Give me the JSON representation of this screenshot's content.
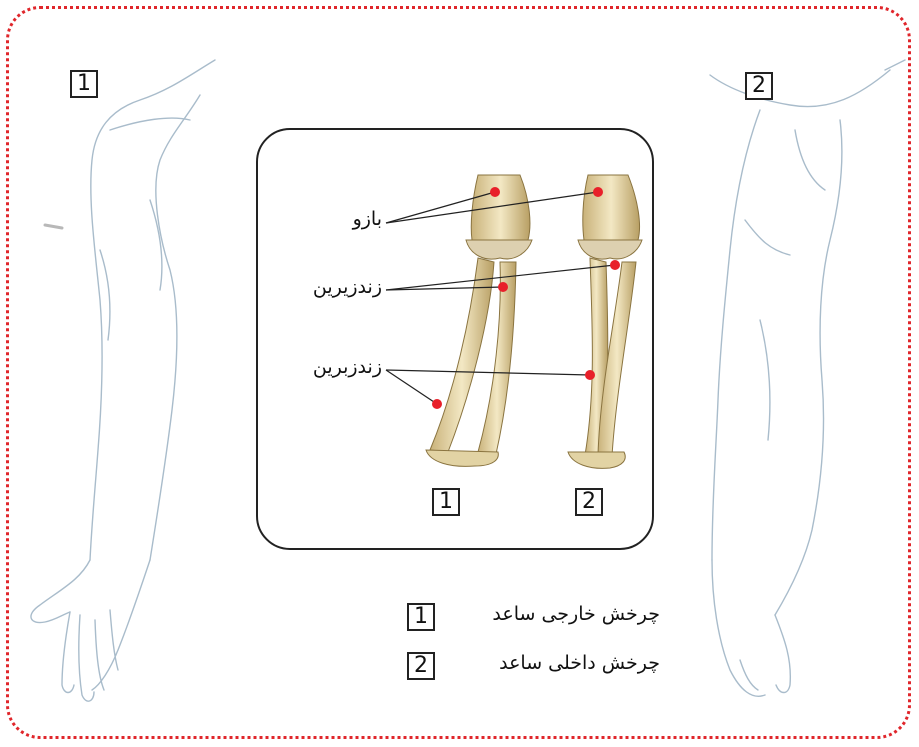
{
  "arms": {
    "left_number": "1",
    "right_number": "2"
  },
  "panel": {
    "labels": {
      "humerus": "بازو",
      "ulna": "زندزیرین",
      "radius": "زندزبرین"
    },
    "bone_numbers": [
      "1",
      "2"
    ]
  },
  "legend": {
    "items": [
      {
        "number": "1",
        "text": "چرخش خارجی ساعد"
      },
      {
        "number": "2",
        "text": "چرخش داخلی ساعد"
      }
    ]
  },
  "colors": {
    "frame": "#e0262b",
    "marker": "#e8202a",
    "arm_outline": "#a9bccb",
    "bone": "#e9d9a6"
  }
}
